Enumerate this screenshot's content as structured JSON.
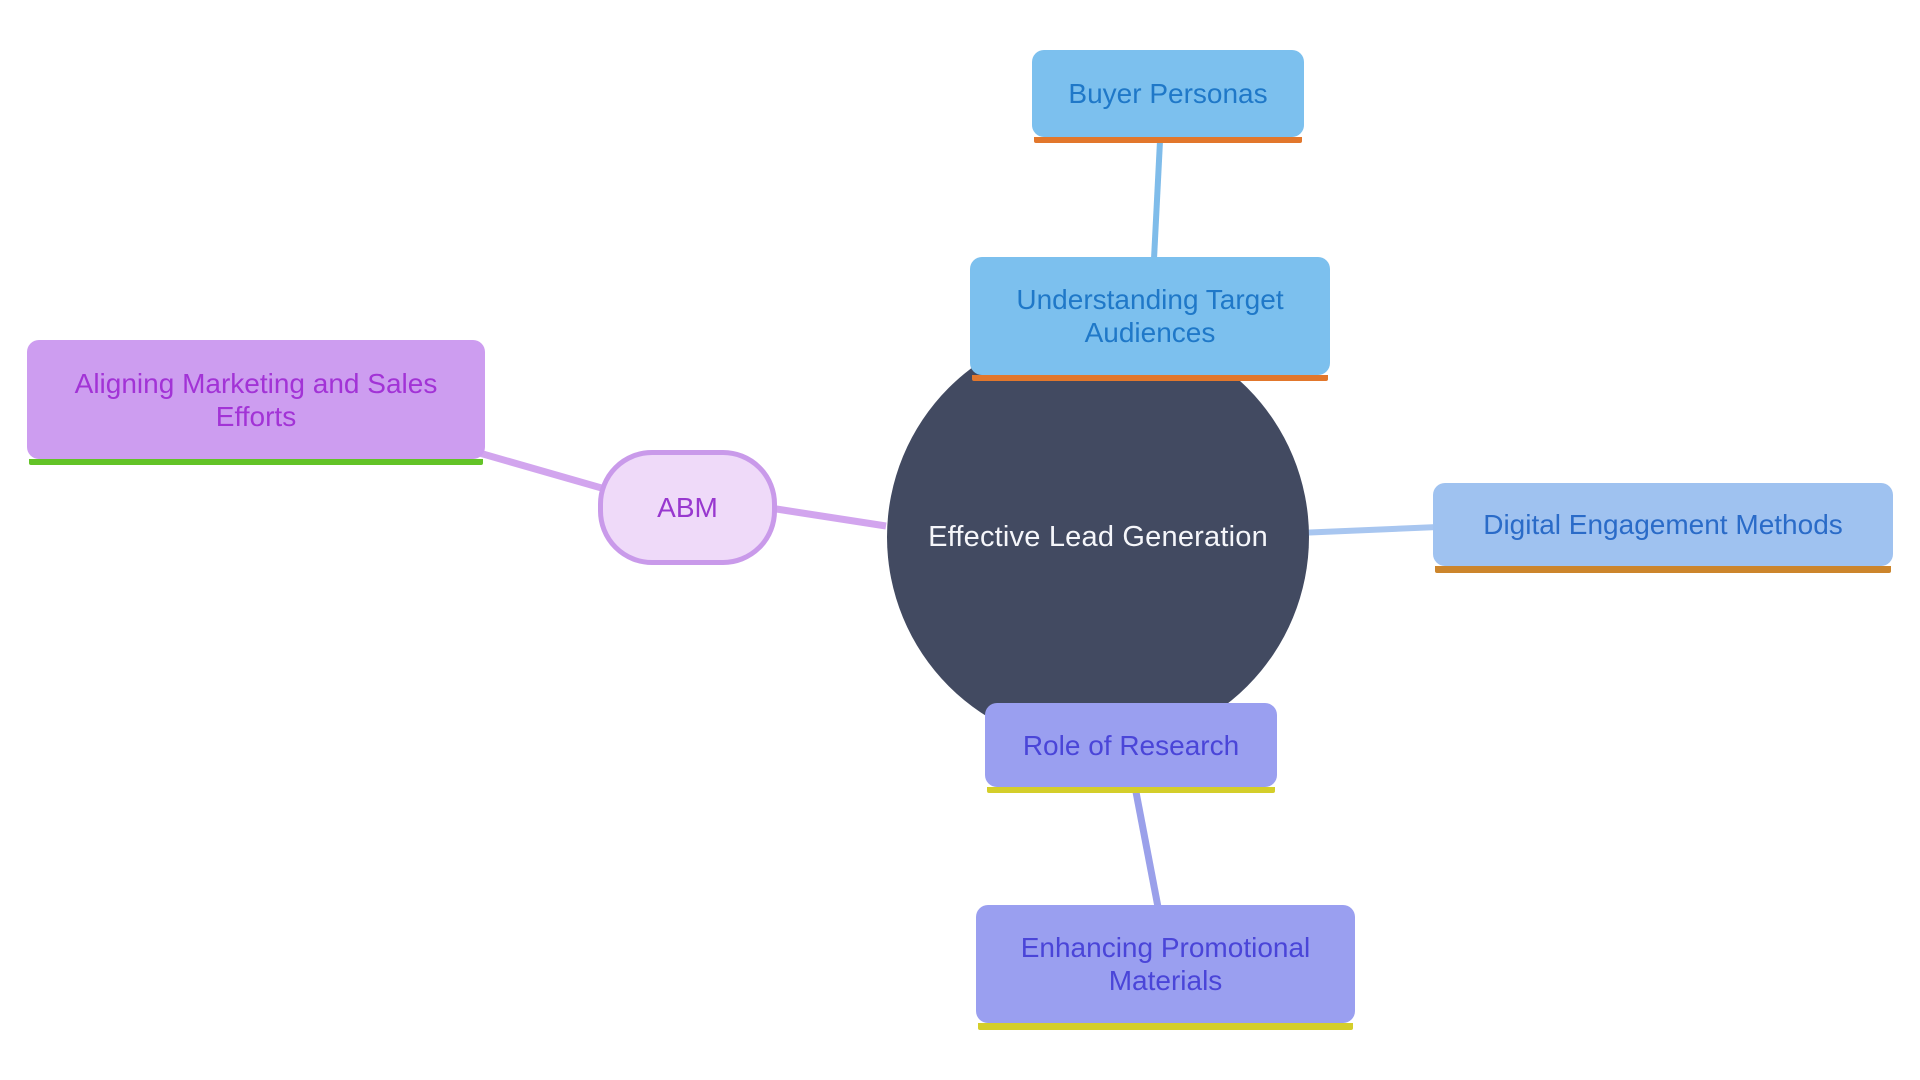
{
  "canvas": {
    "background": "#ffffff",
    "title": "Effective Lead Generation mind map"
  },
  "center": {
    "label": "Effective Lead Generation",
    "fill": "#424a61",
    "text_color": "#f5f6fa"
  },
  "nodes": {
    "buyer_personas": {
      "label": "Buyer Personas",
      "fill": "#7cc0ee",
      "text_color": "#1f78c8",
      "underline_color": "#e2772c"
    },
    "understanding_target_audiences": {
      "label": "Understanding Target Audiences",
      "fill": "#7cc0ee",
      "text_color": "#1f78c8",
      "underline_color": "#e2772c"
    },
    "digital_engagement_methods": {
      "label": "Digital Engagement Methods",
      "fill": "#9fc2f0",
      "text_color": "#2a6bc8",
      "underline_color": "#cc852c"
    },
    "role_of_research": {
      "label": "Role of Research",
      "fill": "#9a9ff0",
      "text_color": "#4a45d8",
      "underline_color": "#d4ce2a"
    },
    "enhancing_promotional_materials": {
      "label": "Enhancing Promotional Materials",
      "fill": "#9a9ff0",
      "text_color": "#4a45d8",
      "underline_color": "#d4ce2a"
    },
    "abm": {
      "label": "ABM",
      "fill": "#efdaf9",
      "border_color": "#c99aea",
      "text_color": "#9838cf"
    },
    "aligning_marketing_sales": {
      "label": "Aligning Marketing and Sales Efforts",
      "fill": "#cd9df0",
      "text_color": "#a233d6",
      "underline_color": "#63c327"
    }
  },
  "connectors": [
    {
      "id": "buyer-to-understanding",
      "color": "#7fbcea",
      "width": "6"
    },
    {
      "id": "center-to-digital",
      "color": "#a8c6f0",
      "width": "6"
    },
    {
      "id": "center-to-abm",
      "color": "#d2a5ee",
      "width": "7"
    },
    {
      "id": "abm-to-aligning",
      "color": "#d2a5ee",
      "width": "7"
    },
    {
      "id": "role-to-enhancing",
      "color": "#9aa0ea",
      "width": "7"
    }
  ]
}
